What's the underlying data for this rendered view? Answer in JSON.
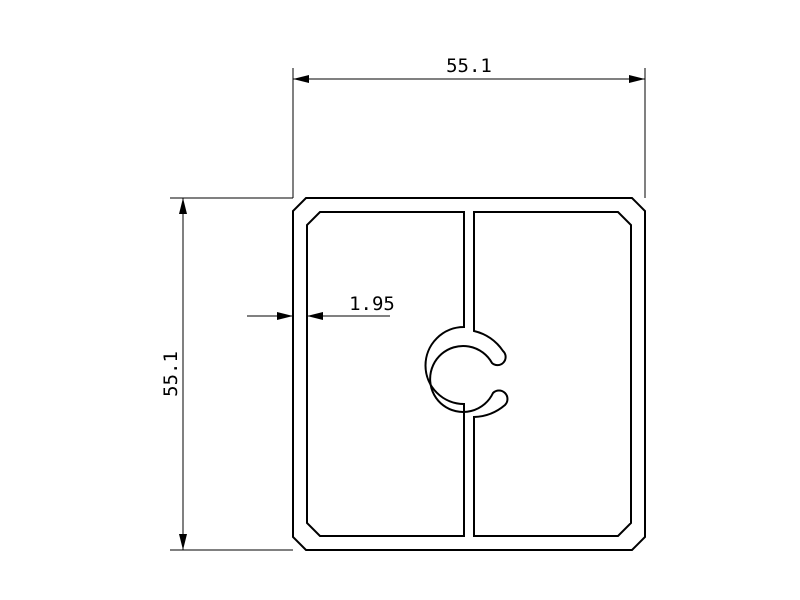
{
  "drawing": {
    "dimensions": {
      "overall_width": "55.1",
      "overall_height": "55.1",
      "wall_thickness": "1.95"
    },
    "colors": {
      "line": "#000000",
      "background": "#ffffff"
    }
  }
}
